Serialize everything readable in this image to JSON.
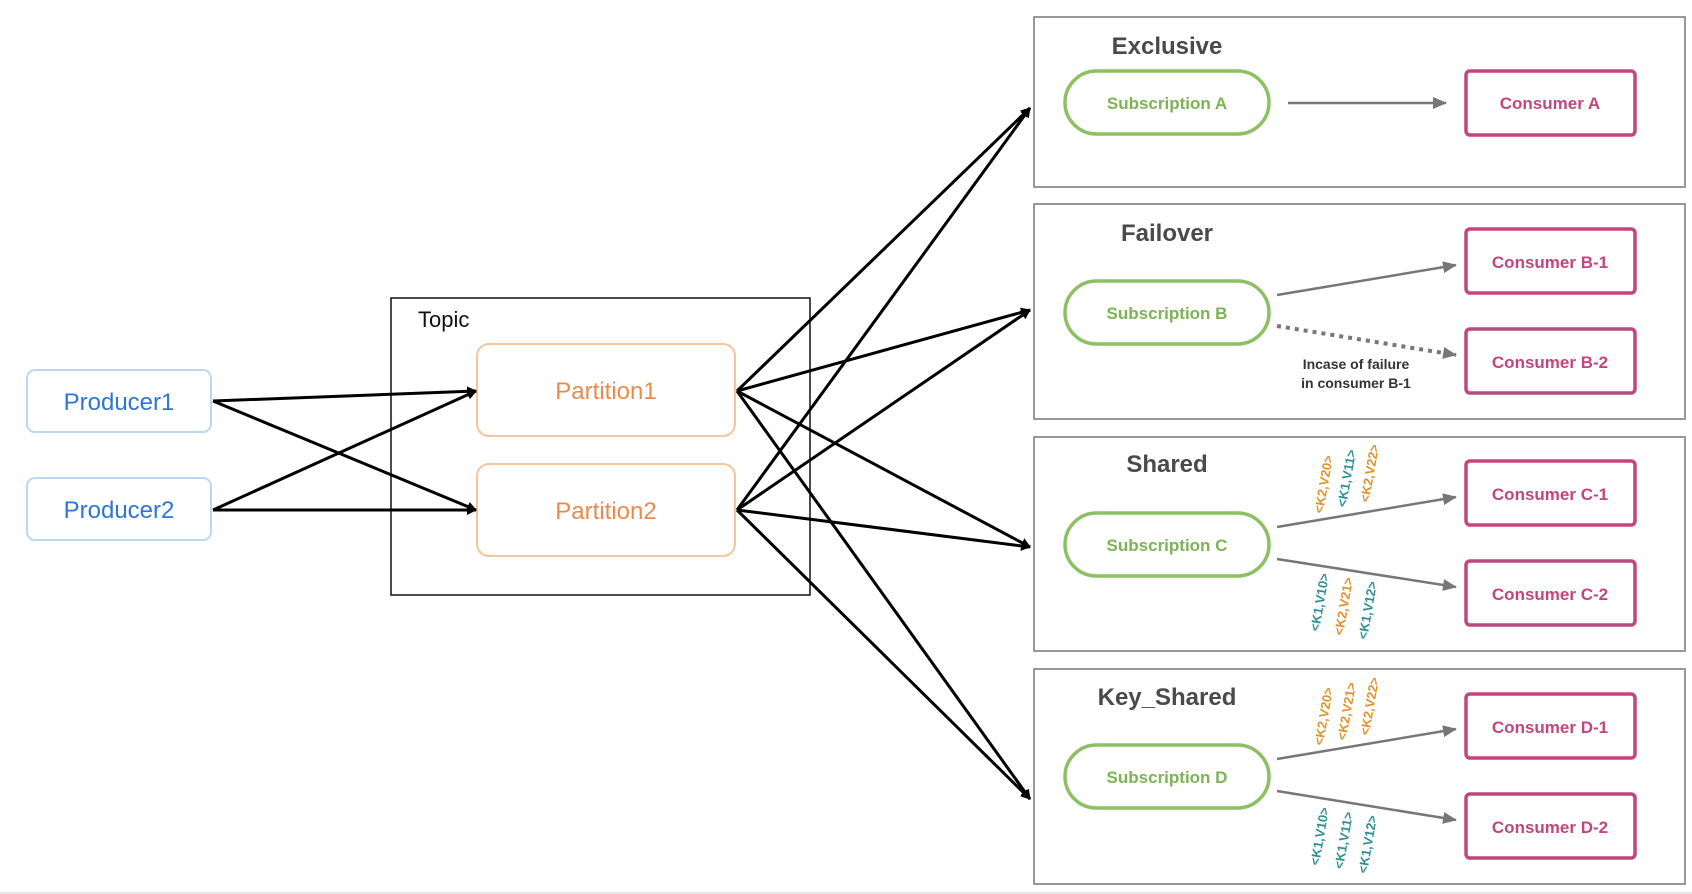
{
  "producers": [
    "Producer1",
    "Producer2"
  ],
  "topic": {
    "label": "Topic",
    "partitions": [
      "Partition1",
      "Partition2"
    ]
  },
  "groups": [
    {
      "type": "Exclusive",
      "subscription": "Subscription A",
      "consumers": [
        "Consumer A"
      ]
    },
    {
      "type": "Failover",
      "subscription": "Subscription B",
      "consumers": [
        "Consumer B-1",
        "Consumer B-2"
      ],
      "note": [
        "Incase of failure",
        "in consumer B-1"
      ]
    },
    {
      "type": "Shared",
      "subscription": "Subscription C",
      "consumers": [
        "Consumer C-1",
        "Consumer C-2"
      ],
      "messages_upper": [
        "<K2,V20>",
        "<K1,V11>",
        "<K2,V22>"
      ],
      "messages_lower": [
        "<K1,V10>",
        "<K2,V21>",
        "<K1,V12>"
      ]
    },
    {
      "type": "Key_Shared",
      "subscription": "Subscription D",
      "consumers": [
        "Consumer D-1",
        "Consumer D-2"
      ],
      "messages_upper": [
        "<K2,V20>",
        "<K2,V21>",
        "<K2,V22>"
      ],
      "messages_lower": [
        "<K1,V10>",
        "<K1,V11>",
        "<K1,V12>"
      ]
    }
  ],
  "colors": {
    "producer": "#2f76d2",
    "partition": "#ea8a4d",
    "subscription": "#7db255",
    "consumer": "#c2467e",
    "key_k2": "#e1922c",
    "key_k1": "#2f8f96"
  }
}
